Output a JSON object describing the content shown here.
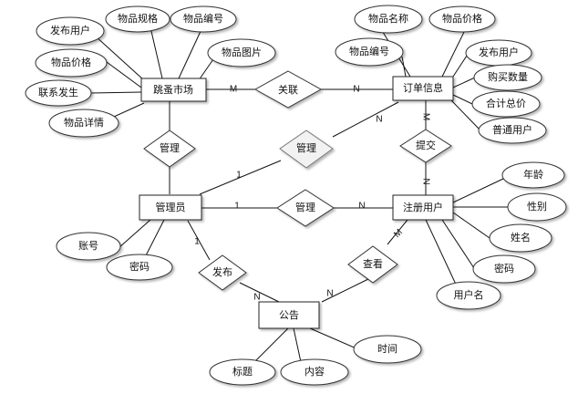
{
  "entities": {
    "market": "跳蚤市场",
    "order": "订单信息",
    "admin": "管理员",
    "user": "注册用户",
    "notice": "公告"
  },
  "attributes": {
    "market": [
      "发布用户",
      "物品规格",
      "物品编号",
      "物品图片",
      "物品价格",
      "联系发生",
      "物品详情"
    ],
    "order": [
      "物品名称",
      "物品价格",
      "物品编号",
      "发布用户",
      "购买数量",
      "合计总价",
      "普通用户"
    ],
    "user": [
      "年龄",
      "性别",
      "姓名",
      "密码",
      "用户名"
    ],
    "admin": [
      "账号",
      "密码"
    ],
    "notice": [
      "标题",
      "内容",
      "时间"
    ]
  },
  "relationships": {
    "link": "关联",
    "manage_market": "管理",
    "manage_order": "管理",
    "submit": "提交",
    "manage_user": "管理",
    "publish": "发布",
    "view": "查看"
  },
  "cardinalities": {
    "market_link": "M",
    "link_order": "N",
    "order_submit": "M",
    "submit_user": "N",
    "admin_manage_order": "1",
    "manage_order_order": "N",
    "admin_manage_user": "1",
    "manage_user_user": "N",
    "admin_publish": "1",
    "publish_notice": "N",
    "user_view": "M",
    "view_notice": "N"
  }
}
